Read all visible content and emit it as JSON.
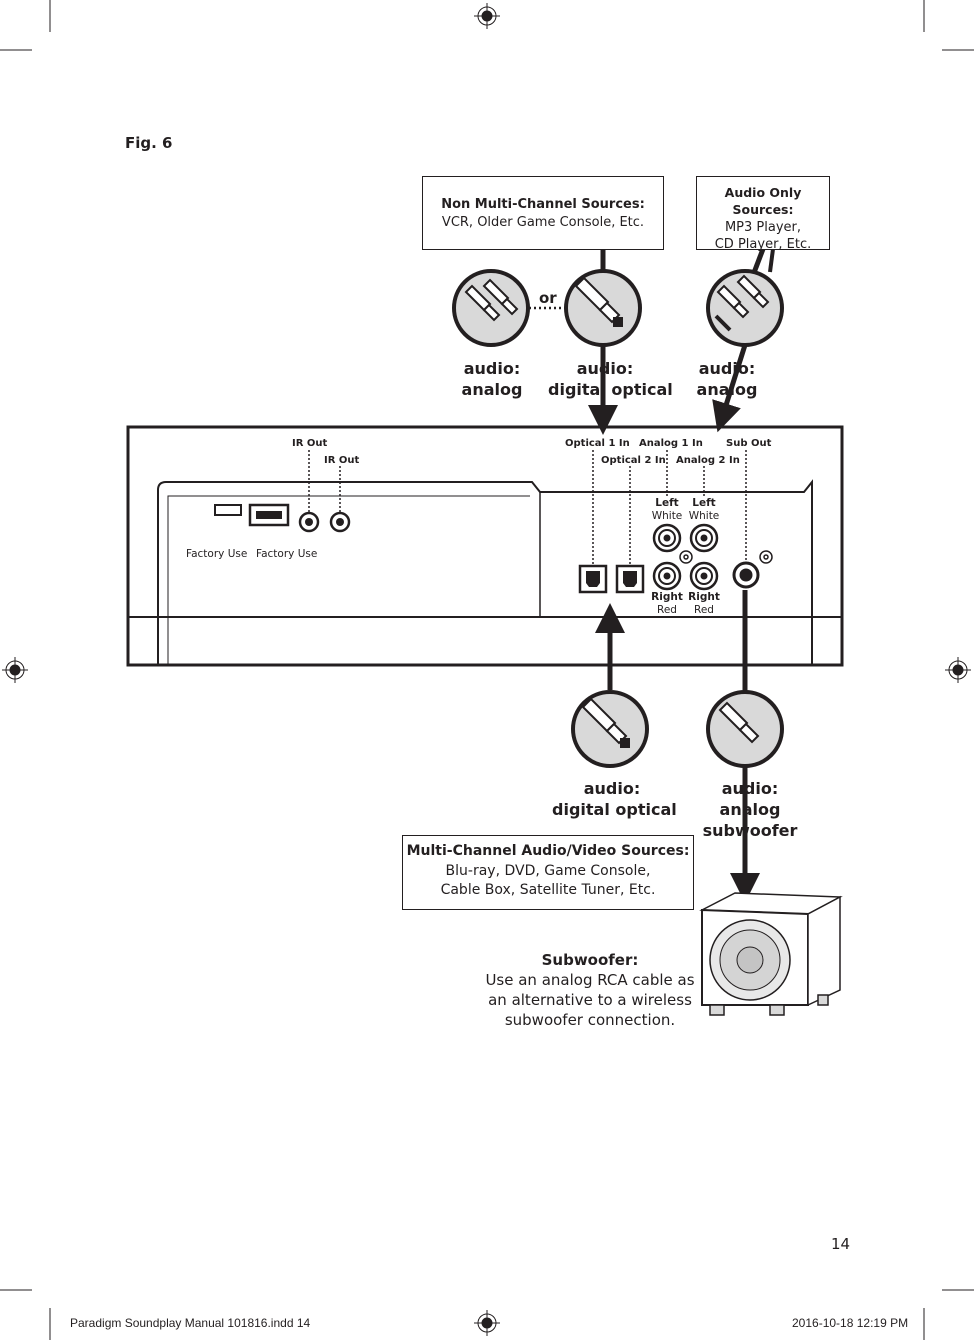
{
  "figure_label": "Fig. 6",
  "boxes": {
    "non_multi": {
      "heading": "Non Multi-Channel Sources:",
      "body": "VCR, Older Game Console, Etc."
    },
    "audio_only": {
      "heading": "Audio Only Sources:",
      "line1": "MP3 Player,",
      "line2": "CD Player, Etc."
    },
    "multi_channel": {
      "heading": "Multi-Channel Audio/Video Sources:",
      "line1": "Blu-ray, DVD, Game Console,",
      "line2": "Cable Box, Satellite Tuner, Etc."
    }
  },
  "or_label": "or",
  "captions": {
    "top_analog_left": {
      "line1": "audio:",
      "line2": "analog"
    },
    "top_optical": {
      "line1": "audio:",
      "line2": "digital optical"
    },
    "top_analog_right": {
      "line1": "audio:",
      "line2": "analog"
    },
    "bottom_optical": {
      "line1": "audio:",
      "line2": "digital optical"
    },
    "bottom_sub": {
      "line1": "audio:",
      "line2": "analog",
      "line3": "subwoofer"
    }
  },
  "panel_labels": {
    "ir_out_1": "IR Out",
    "ir_out_2": "IR Out",
    "optical_1_in": "Optical 1 In",
    "optical_2_in": "Optical 2 In",
    "analog_1_in": "Analog 1 In",
    "analog_2_in": "Analog 2 In",
    "sub_out": "Sub Out",
    "factory_use_1": "Factory Use",
    "factory_use_2": "Factory Use",
    "left_1": "Left",
    "white_1": "White",
    "left_2": "Left",
    "white_2": "White",
    "right_1": "Right",
    "red_1": "Red",
    "right_2": "Right",
    "red_2": "Red"
  },
  "subwoofer": {
    "heading": "Subwoofer:",
    "line1": "Use an analog RCA cable as",
    "line2": "an alternative to a wireless",
    "line3": "subwoofer connection."
  },
  "page_number": "14",
  "footer": {
    "file": "Paradigm Soundplay Manual 101816.indd   14",
    "timestamp": "2016-10-18   12:19 PM"
  },
  "colors": {
    "ink": "#231f20",
    "connector_fill": "#d9d9d9",
    "panel_stroke": "#231f20"
  }
}
